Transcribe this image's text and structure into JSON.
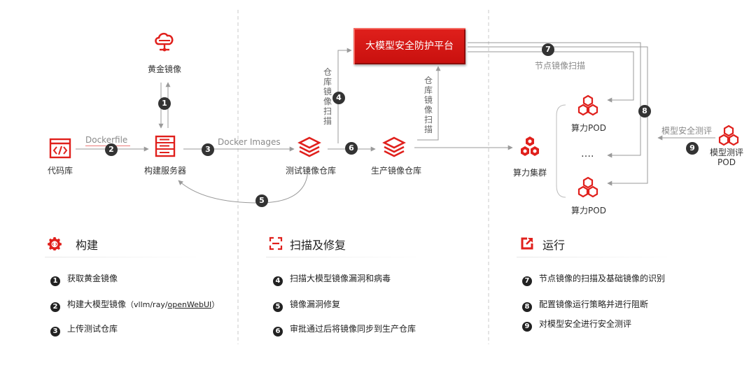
{
  "colors": {
    "accent": "#e0201c",
    "line": "#9a9a9a",
    "divider": "#c8c8c8"
  },
  "nodes": {
    "golden_image": "黄金镜像",
    "code_repo": "代码库",
    "build_server": "构建服务器",
    "test_repo": "测试镜像仓库",
    "prod_repo": "生产镜像仓库",
    "compute_cluster": "算力集群",
    "pod_top": "算力POD",
    "pod_bottom": "算力POD",
    "pod_ellipsis": "….",
    "eval_pod_line1": "模型测评",
    "eval_pod_line2": "POD",
    "platform": "大模型安全防护平台"
  },
  "edges": {
    "dockerfile": "Dockerfile",
    "docker_images": "Docker Images",
    "repo_scan_a": "仓库镜像扫描",
    "repo_scan_b": "仓库镜像扫描",
    "node_scan": "节点镜像扫描",
    "model_eval": "模型安全测评"
  },
  "markers": [
    "1",
    "2",
    "3",
    "4",
    "5",
    "6",
    "7",
    "8",
    "9"
  ],
  "sections": {
    "build": {
      "title": "构建",
      "icon": "gear-code-icon",
      "steps": [
        {
          "num": "1",
          "text": "获取黄金镜像"
        },
        {
          "num": "2",
          "text": "构建大模型镜像",
          "extra_prefix": "（vllm/ray/",
          "extra_link": "openWebUI",
          "extra_suffix": "）"
        },
        {
          "num": "3",
          "text": "上传测试仓库"
        }
      ]
    },
    "scan": {
      "title": "扫描及修复",
      "icon": "scan-bracket-icon",
      "steps": [
        {
          "num": "4",
          "text": "扫描大模型镜像漏洞和病毒"
        },
        {
          "num": "5",
          "text": "镜像漏洞修复"
        },
        {
          "num": "6",
          "text": "审批通过后将镜像同步到生产仓库"
        }
      ]
    },
    "run": {
      "title": "运行",
      "icon": "run-arrow-icon",
      "steps": [
        {
          "num": "7",
          "text": "节点镜像的扫描及基础镜像的识别"
        },
        {
          "num": "8",
          "text": "配置镜像运行策略并进行阻断"
        },
        {
          "num": "9",
          "text": "对模型安全进行安全测评"
        }
      ]
    }
  }
}
